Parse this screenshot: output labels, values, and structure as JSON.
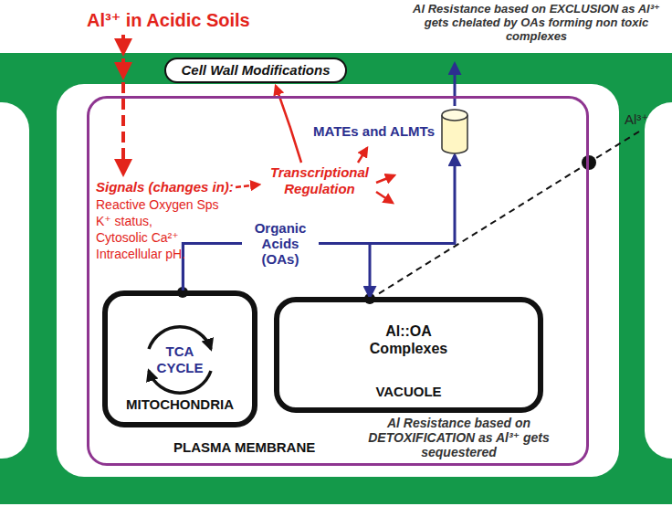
{
  "diagram": {
    "nodes": [
      {
        "text": [
          "Cell Wall Modifications"
        ]
      },
      {
        "text": [
          "PLASMA MEMBRANE"
        ]
      },
      {
        "text": [
          "MATEs and ALMTs"
        ],
        "in": 1
      },
      {
        "text": [
          "TCA CYCLE",
          "MITOCHONDRIA"
        ],
        "in": 1
      },
      {
        "text": [
          "Al::OA Complexes",
          "VACUOLE"
        ],
        "in": 1
      }
    ],
    "edges": [
      {
        "from": 3,
        "to": 2,
        "arrow": "to"
      },
      {
        "from": 3,
        "to": 4,
        "arrow": "to"
      }
    ],
    "labels": [
      "Al³⁺ in Acidic Soils",
      "Al Resistance based on EXCLUSION as Al³⁺ gets chelated by OAs forming non toxic complexes",
      "Signals (changes in):",
      "Reactive Oxygen Sps",
      "K⁺ status,",
      "Cytosolic Ca²⁺",
      "Intracellular pH.",
      "Transcriptional Regulation",
      "Organic Acids (OAs)",
      "Al³⁺",
      "Al Resistance based on DETOXIFICATION as Al³⁺ gets sequestered"
    ]
  }
}
